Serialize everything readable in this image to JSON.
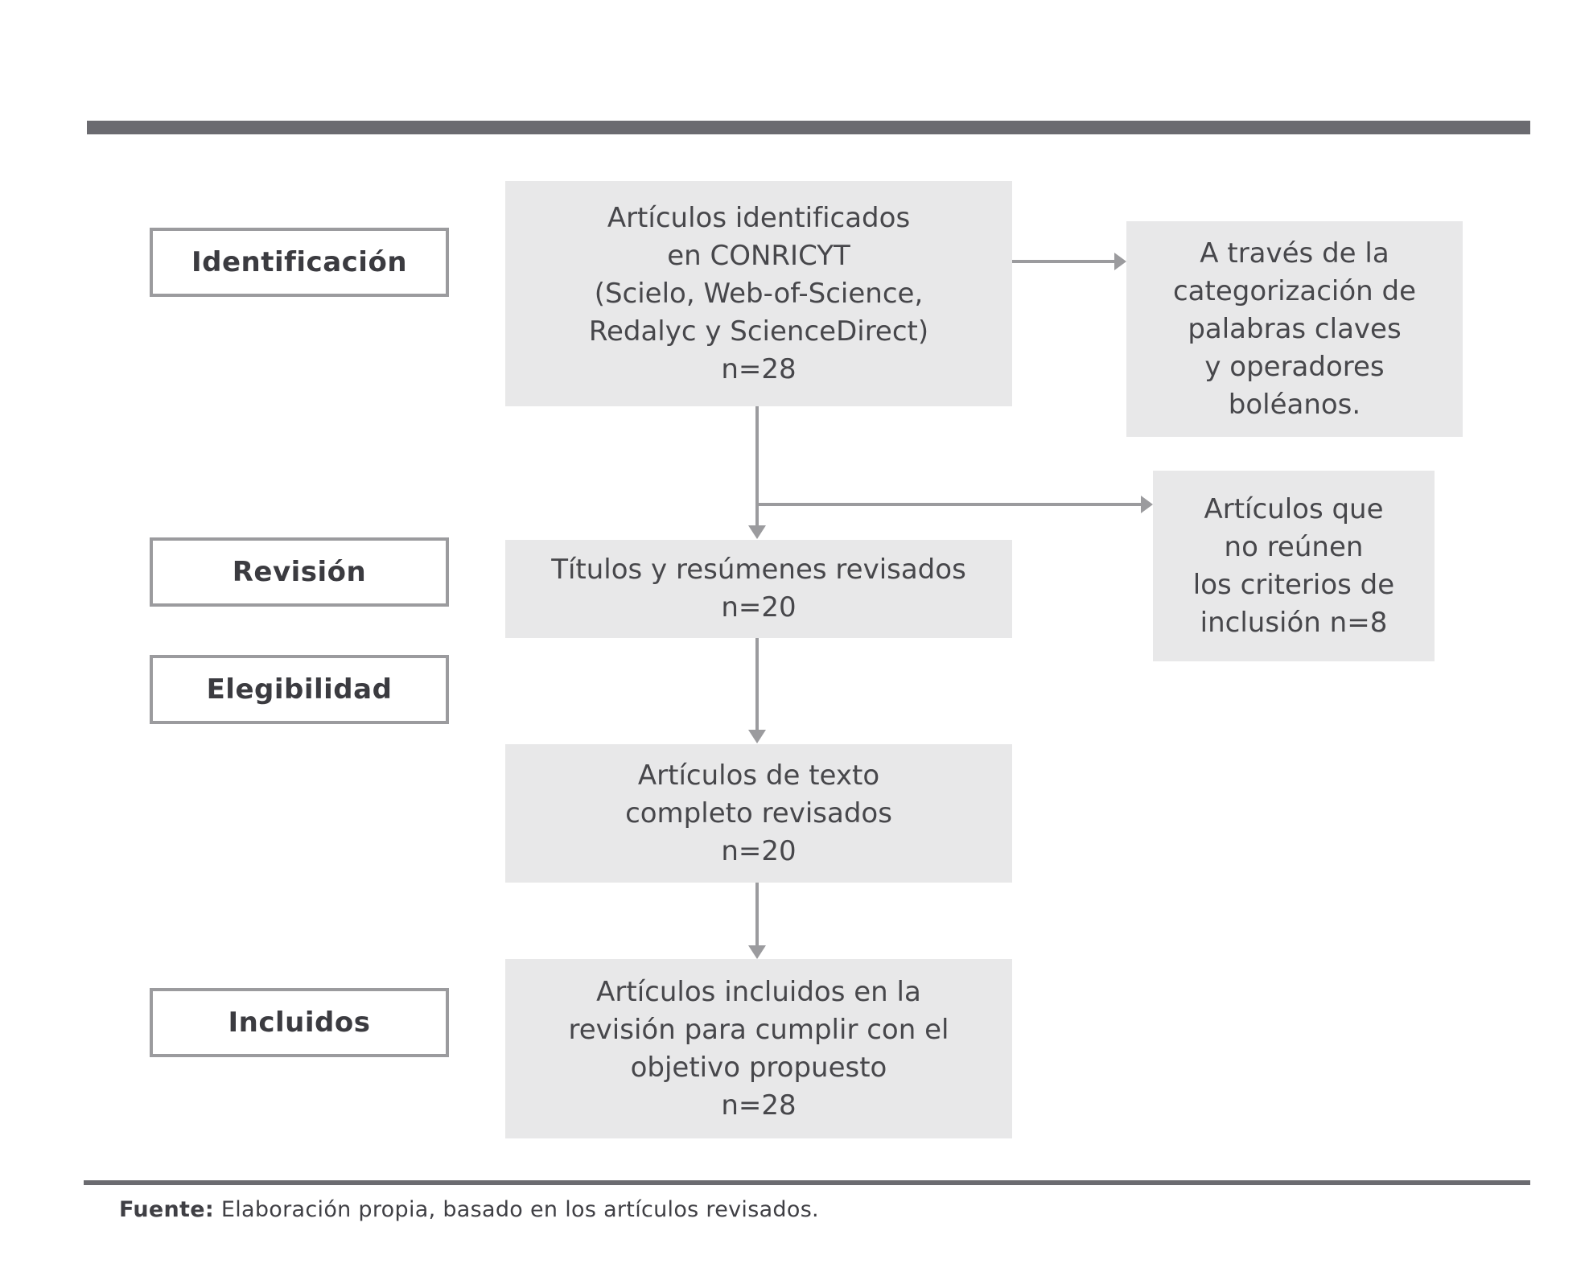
{
  "figure": {
    "type": "prisma-flow-diagram",
    "colors": {
      "box_fill": "#e8e8e9",
      "line_gray": "#9b9b9e",
      "bar_gray": "#6b6b70",
      "text_dark": "#47474b",
      "label_text": "#3b3b40"
    },
    "stages": [
      {
        "label": "Identificación"
      },
      {
        "label": "Revisión"
      },
      {
        "label": "Elegibilidad"
      },
      {
        "label": "Incluidos"
      }
    ],
    "main_boxes": [
      {
        "text": "Artículos identificados\nen CONRICYT\n(Scielo, Web-of-Science,\nRedalyc y ScienceDirect)\nn=28"
      },
      {
        "text": "Títulos y resúmenes revisados\nn=20"
      },
      {
        "text": "Artículos de texto\ncompleto revisados\nn=20"
      },
      {
        "text": "Artículos incluidos en la\nrevisión para cumplir con el\nobjetivo propuesto\nn=28"
      }
    ],
    "side_boxes": [
      {
        "text": "A través de la\ncategorización de\npalabras claves\ny operadores\nboléanos."
      },
      {
        "text": "Artículos que\nno reúnen\nlos criterios de\ninclusión n=8"
      }
    ],
    "footer": {
      "source_label": "Fuente:",
      "source_text": " Elaboración propia, basado en los artículos revisados."
    }
  }
}
